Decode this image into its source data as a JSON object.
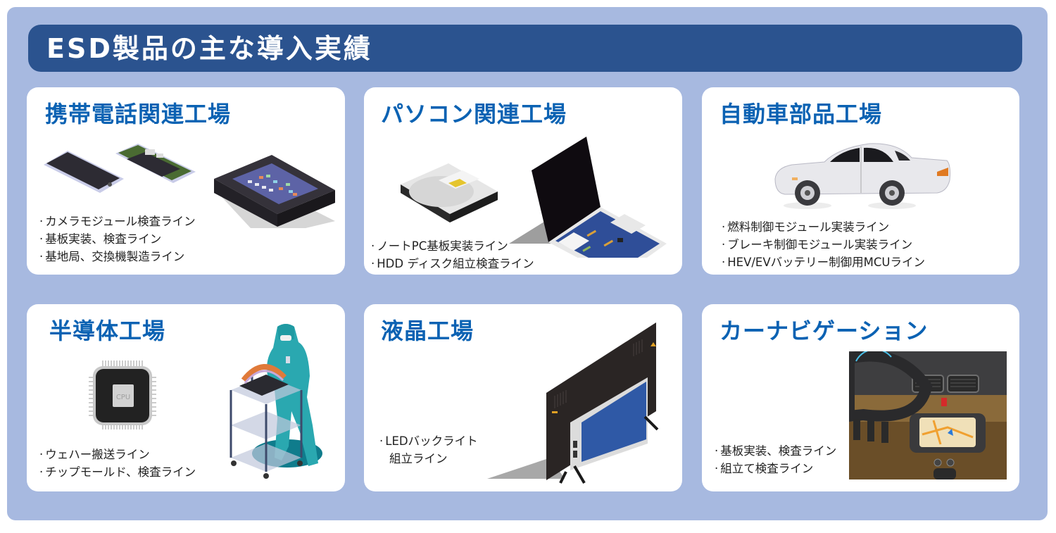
{
  "header": {
    "title": "ESD製品の主な導入実績"
  },
  "colors": {
    "frame_bg": "#a7b9e0",
    "header_bg": "#2b538f",
    "card_bg": "#ffffff",
    "card_title": "#0b62b3",
    "item_text": "#222222"
  },
  "cards": [
    {
      "title": "携帯電話関連工場",
      "illustration": "smartphones-and-boxed-phone",
      "items": [
        "カメラモジュール検査ライン",
        "基板実装、検査ライン",
        "基地局、交換機製造ライン"
      ]
    },
    {
      "title": "パソコン関連工場",
      "illustration": "hdd-and-open-laptop",
      "items": [
        "ノートPC基板実装ライン",
        "HDD ディスク組立検査ライン"
      ]
    },
    {
      "title": "自動車部品工場",
      "illustration": "white-sedan-car",
      "items": [
        "燃料制御モジュール実装ライン",
        "ブレーキ制御モジュール実装ライン",
        "HEV/EVバッテリー制御用MCUライン"
      ]
    },
    {
      "title": "半導体工場",
      "illustration": "cpu-chip-and-cleanroom-worker",
      "chip_label": "CPU",
      "items": [
        "ウェハー搬送ライン",
        "チップモールド、検査ライン"
      ]
    },
    {
      "title": "液晶工場",
      "illustration": "lcd-tv-back-panel",
      "items": [
        "LEDバックライト",
        "組立ライン"
      ]
    },
    {
      "title": "カーナビゲーション",
      "illustration": "car-dashboard-navigation",
      "items": [
        "基板実装、検査ライン",
        "組立て検査ライン"
      ]
    }
  ]
}
